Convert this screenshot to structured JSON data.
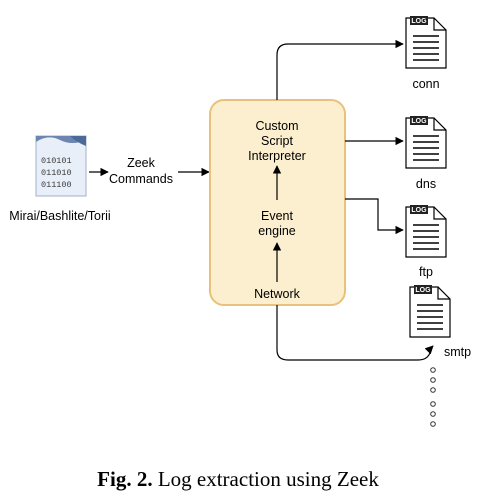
{
  "source_file": {
    "label": "Mirai/Bashlite/Torii",
    "binary_lines": [
      "010101",
      "011010",
      "011100"
    ]
  },
  "commands_label": {
    "line1": "Zeek",
    "line2": "Commands"
  },
  "zeek_box": {
    "custom_script": [
      "Custom",
      "Script",
      "Interpreter"
    ],
    "event_engine": [
      "Event",
      "engine"
    ],
    "network": "Network",
    "fill_color": "#fcefcf",
    "border_color": "#e8c27a"
  },
  "log_tag": "LOG",
  "logs": [
    {
      "name": "conn"
    },
    {
      "name": "dns"
    },
    {
      "name": "ftp"
    },
    {
      "name": "smtp"
    }
  ],
  "caption": {
    "label": "Fig. 2.",
    "text": "Log extraction using Zeek"
  }
}
